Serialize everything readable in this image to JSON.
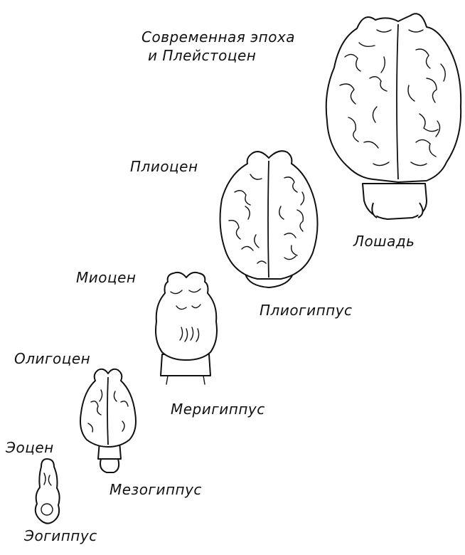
{
  "labels": {
    "modern_era_line1": "Современная эпоха",
    "modern_era_line2": "и  Плейстоцен",
    "horse": "Лошадь",
    "pliocene": "Плиоцен",
    "pliohippus": "Плиогиппус",
    "miocene": "Миоцен",
    "merychippus": "Меригиппус",
    "oligocene": "Олигоцен",
    "mesohippus": "Мезогиппус",
    "eocene": "Эоцен",
    "eohippus": "Эогиппус"
  },
  "colors": {
    "ink": "#111111",
    "paper": "#ffffff"
  }
}
